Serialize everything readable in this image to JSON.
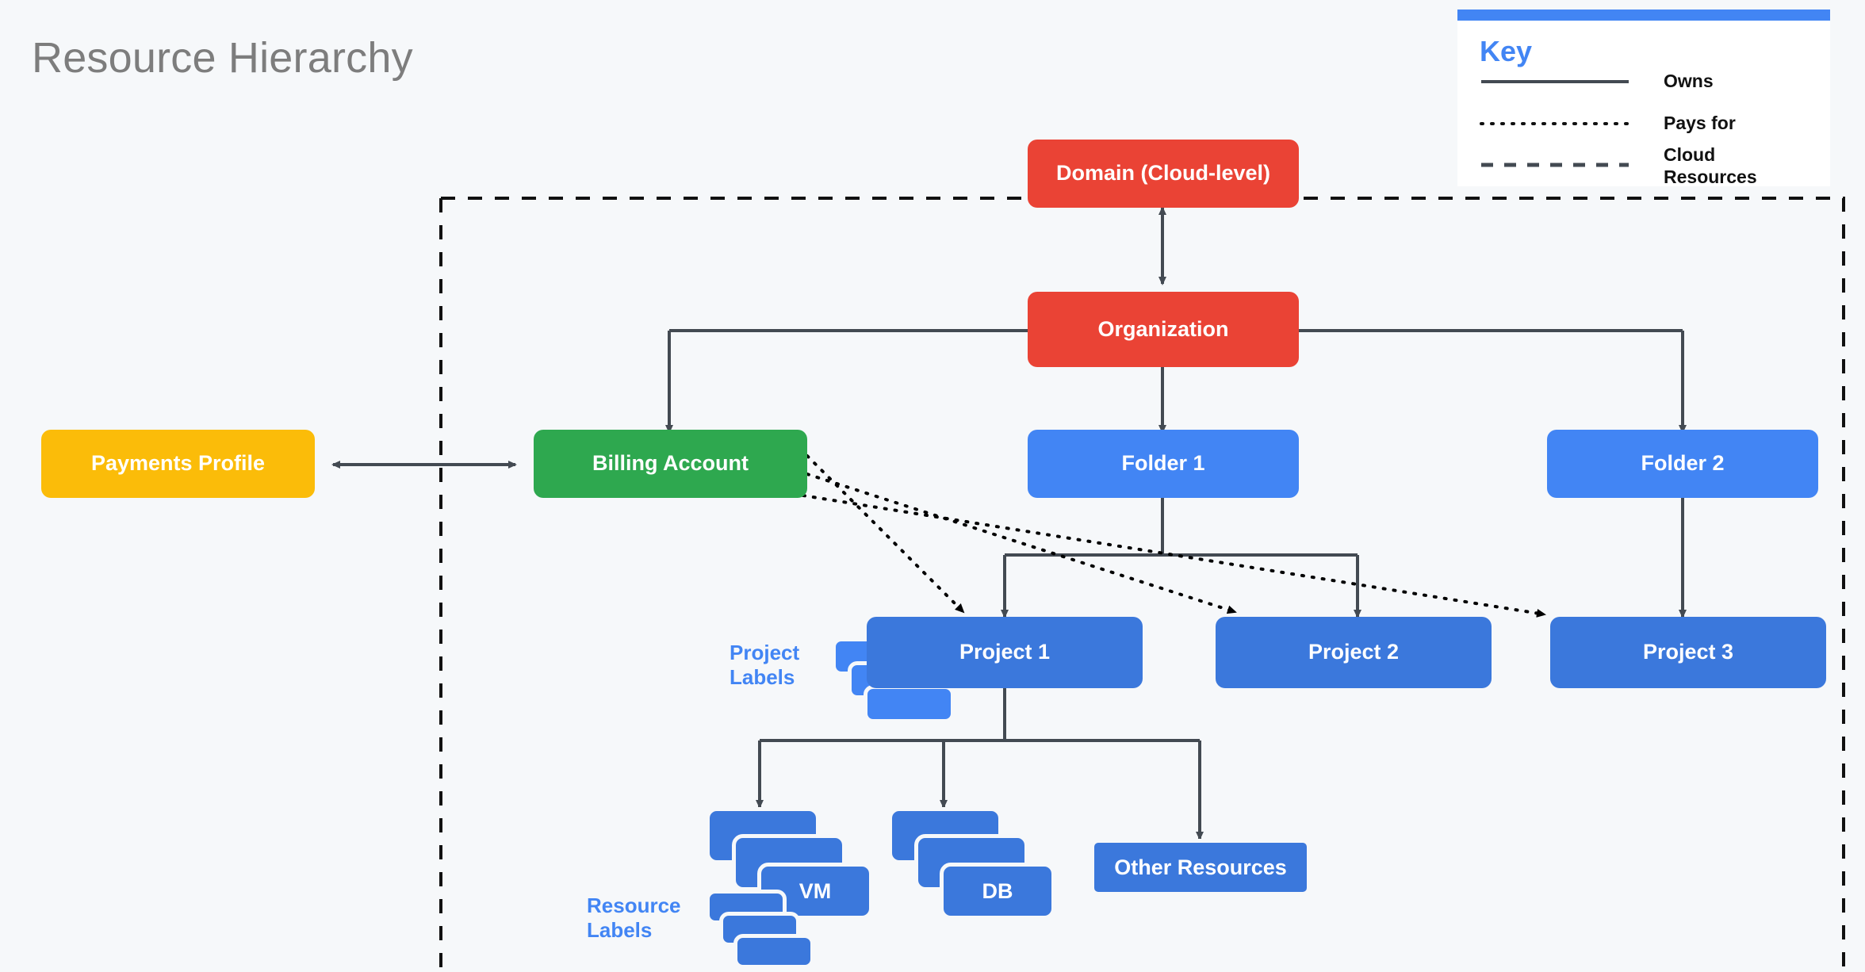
{
  "page": {
    "title": "Resource Hierarchy",
    "background": "#f6f8fa"
  },
  "key": {
    "title": "Key",
    "bar_color": "#4285f4",
    "rows": [
      {
        "style": "solid",
        "label": "Owns"
      },
      {
        "style": "dotted",
        "label": "Pays for"
      },
      {
        "style": "dashed",
        "label": "Cloud\nResources"
      }
    ]
  },
  "colors": {
    "red": "#ea4335",
    "green": "#2ea84f",
    "amber": "#fbbc09",
    "folder_blue": "#4285f4",
    "project_blue": "#3b78dc",
    "resource_blue": "#2f62c4",
    "edge_gray": "#434a52",
    "title_gray": "#7d7d7d"
  },
  "nodes": {
    "domain": "Domain (Cloud-level)",
    "organization": "Organization",
    "payments_profile": "Payments Profile",
    "billing_account": "Billing Account",
    "folder_1": "Folder 1",
    "folder_2": "Folder 2",
    "project_1": "Project 1",
    "project_2": "Project 2",
    "project_3": "Project 3",
    "vm": "VM",
    "db": "DB",
    "other_resources": "Other Resources"
  },
  "labels": {
    "project_labels": "Project\nLabels",
    "resource_labels": "Resource\nLabels"
  },
  "edges": [
    {
      "from": "Organization",
      "to": "Domain (Cloud-level)",
      "type": "owns",
      "arrows": "both"
    },
    {
      "from": "Payments Profile",
      "to": "Billing Account",
      "type": "owns",
      "arrows": "both"
    },
    {
      "from": "Organization",
      "to": "Billing Account",
      "type": "owns",
      "arrows": "end"
    },
    {
      "from": "Organization",
      "to": "Folder 1",
      "type": "owns",
      "arrows": "end"
    },
    {
      "from": "Organization",
      "to": "Folder 2",
      "type": "owns",
      "arrows": "end"
    },
    {
      "from": "Folder 1",
      "to": "Project 1",
      "type": "owns",
      "arrows": "end"
    },
    {
      "from": "Folder 1",
      "to": "Project 2",
      "type": "owns",
      "arrows": "end"
    },
    {
      "from": "Folder 2",
      "to": "Project 3",
      "type": "owns",
      "arrows": "end"
    },
    {
      "from": "Project 1",
      "to": "VM",
      "type": "owns",
      "arrows": "end"
    },
    {
      "from": "Project 1",
      "to": "DB",
      "type": "owns",
      "arrows": "end"
    },
    {
      "from": "Project 1",
      "to": "Other Resources",
      "type": "owns",
      "arrows": "end"
    },
    {
      "from": "Billing Account",
      "to": "Project 1",
      "type": "pays for",
      "arrows": "end"
    },
    {
      "from": "Billing Account",
      "to": "Project 2",
      "type": "pays for",
      "arrows": "end"
    },
    {
      "from": "Billing Account",
      "to": "Project 3",
      "type": "pays for",
      "arrows": "end"
    }
  ],
  "boundary": {
    "type": "Cloud Resources",
    "style": "dashed"
  }
}
